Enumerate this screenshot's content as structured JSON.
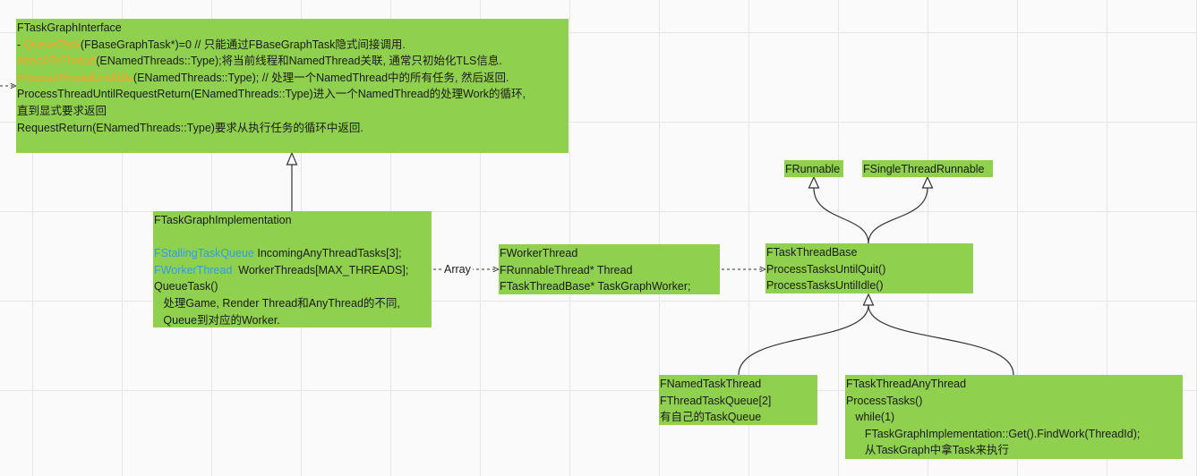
{
  "colors": {
    "box_fill": "#8fd14f",
    "highlight_orange": "#f7a428",
    "highlight_blue": "#2d9bf0",
    "edge": "#333333"
  },
  "interface": {
    "title": "FTaskGraphInterface",
    "l1_prefix": "-",
    "l1_hl": "QueueTask",
    "l1_rest": "(FBaseGraphTask*)=0 // 只能通过FBaseGraphTask隐式间接调用.",
    "l2_hl": "AttachToThread",
    "l2_rest": "(ENamedThreads::Type);将当前线程和NamedThread关联, 通常只初始化TLS信息.",
    "l3_hl": "ProcessThreadUntilIdle",
    "l3_rest": "(ENamedThreads::Type); // 处理一个NamedThread中的所有任务, 然后返回.",
    "l4": "ProcessThreadUntilRequestReturn(ENamedThreads::Type)进入一个NamedThread的处理Work的循环,",
    "l5": "直到显式要求返回",
    "l6": "RequestReturn(ENamedThreads::Type)要求从执行任务的循环中返回."
  },
  "implementation": {
    "title": "FTaskGraphImplementation",
    "l1_hl": "FStallingTaskQueue",
    "l1_rest": " IncomingAnyThreadTasks[3];",
    "l2_hl": "FWorkerThread",
    "l2_rest": "  WorkerThreads[MAX_THREADS];",
    "l3": "QueueTask()",
    "l4": "   处理Game, Render Thread和AnyThread的不同,",
    "l5": "   Queue到对应的Worker."
  },
  "worker_thread": {
    "title": "FWorkerThread",
    "l1": "FRunnableThread* Thread",
    "l2": "FTaskThreadBase* TaskGraphWorker;"
  },
  "edge_labels": {
    "array": "Array"
  },
  "task_thread_base": {
    "title": "FTaskThreadBase",
    "l1": "ProcessTasksUntilQuit()",
    "l2": "ProcessTasksUntilIdle()"
  },
  "runnable": {
    "title": "FRunnable"
  },
  "single_thread_runnable": {
    "title": "FSingleThreadRunnable"
  },
  "named_task_thread": {
    "title": "FNamedTaskThread",
    "l1": "FThreadTaskQueue[2]",
    "l2": "有自己的TaskQueue"
  },
  "any_thread": {
    "title": "FTaskThreadAnyThread",
    "l1": "ProcessTasks()",
    "l2": "   while(1)",
    "l3": "      FTaskGraphImplementation::Get().FindWork(ThreadId);",
    "l4": "      从TaskGraph中拿Task来执行"
  }
}
